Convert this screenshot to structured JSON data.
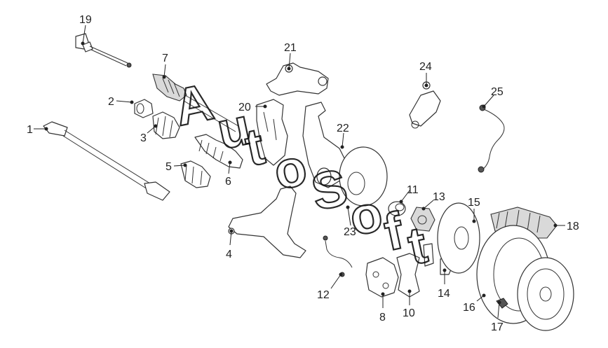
{
  "watermark": {
    "letters": [
      "A",
      "u",
      "t",
      "o",
      "S",
      "o",
      "f",
      "t"
    ]
  },
  "callouts": [
    "1",
    "2",
    "3",
    "4",
    "5",
    "6",
    "7",
    "8",
    "10",
    "11",
    "12",
    "13",
    "14",
    "15",
    "16",
    "17",
    "18",
    "19",
    "20",
    "21",
    "22",
    "23",
    "24",
    "25"
  ]
}
